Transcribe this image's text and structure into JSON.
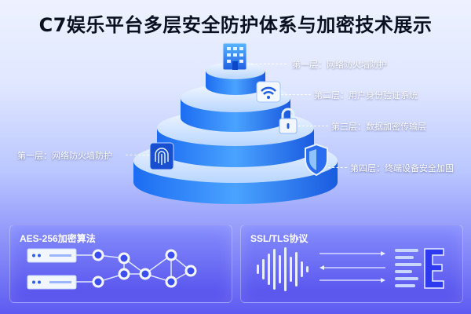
{
  "title": "C7娱乐平台多层安全防护体系与加密技术展示",
  "layers": [
    {
      "label": "第一层：网络防火墙防护",
      "icon": "building-icon"
    },
    {
      "label": "第二层：用户身份验证系统",
      "icon": "wifi-icon"
    },
    {
      "label": "第三层：数据加密传输层",
      "icon": "lock-icon"
    },
    {
      "label": "第四层：终端设备安全加固",
      "icon": "shield-icon"
    }
  ],
  "left_label": "第一层：网络防火墙防护",
  "left_icon": "fingerprint-icon",
  "panels": {
    "aes": {
      "title": "AES-256加密算法"
    },
    "ssl": {
      "title": "SSL/TLS协议"
    }
  },
  "colors": {
    "accent": "#2f7bff",
    "background_bottom": "#5d5bf2"
  }
}
